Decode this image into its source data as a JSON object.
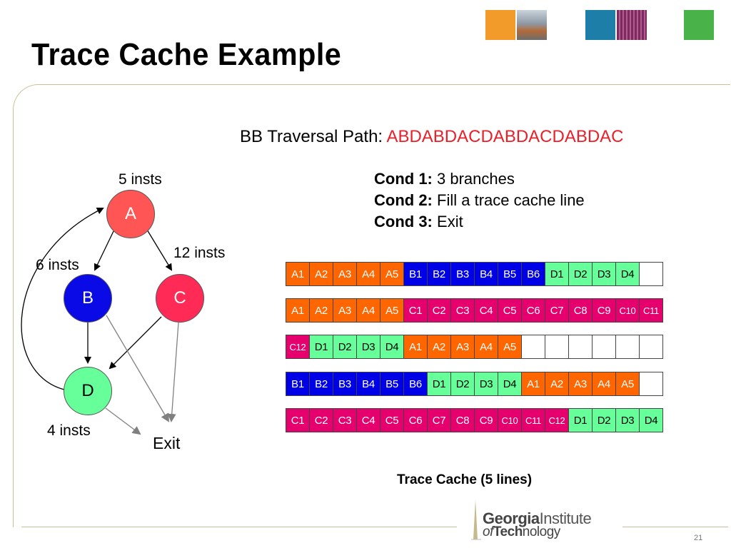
{
  "slide": {
    "title": "Trace Cache Example",
    "slide_number": "21"
  },
  "header_squares": [
    {
      "name": "orange-square",
      "color": "#f39b2a"
    },
    {
      "name": "photo-square-building",
      "color": "#9aa7b5"
    },
    {
      "name": "teal-square",
      "color": "#1d7fa8"
    },
    {
      "name": "photo-square-circuit",
      "color": "#8a3b6e"
    },
    {
      "name": "green-square",
      "color": "#49b248"
    }
  ],
  "traversal": {
    "label": "BB Traversal Path:",
    "path": "ABDABDACDABDACDABDAC"
  },
  "conditions": [
    {
      "key": "Cond 1:",
      "text": "3 branches"
    },
    {
      "key": "Cond 2:",
      "text": "Fill a trace cache line"
    },
    {
      "key": "Cond 3:",
      "text": "Exit"
    }
  ],
  "graph": {
    "nodes": {
      "a": "A",
      "b": "B",
      "c": "C",
      "d": "D"
    },
    "node_colors": {
      "a": "#ff5555",
      "b": "#0a0ae6",
      "c": "#ff2a55",
      "d": "#66ff99"
    },
    "labels": {
      "a_insts": "5 insts",
      "b_insts": "6 insts",
      "c_insts": "12 insts",
      "d_insts": "4 insts",
      "exit": "Exit"
    }
  },
  "cache": {
    "caption": "Trace Cache (5 lines)",
    "lines": [
      [
        [
          "A1",
          "A"
        ],
        [
          "A2",
          "A"
        ],
        [
          "A3",
          "A"
        ],
        [
          "A4",
          "A"
        ],
        [
          "A5",
          "A"
        ],
        [
          "B1",
          "B"
        ],
        [
          "B2",
          "B"
        ],
        [
          "B3",
          "B"
        ],
        [
          "B4",
          "B"
        ],
        [
          "B5",
          "B"
        ],
        [
          "B6",
          "B"
        ],
        [
          "D1",
          "D"
        ],
        [
          "D2",
          "D"
        ],
        [
          "D3",
          "D"
        ],
        [
          "D4",
          "D"
        ],
        [
          "",
          "empty"
        ]
      ],
      [
        [
          "A1",
          "A"
        ],
        [
          "A2",
          "A"
        ],
        [
          "A3",
          "A"
        ],
        [
          "A4",
          "A"
        ],
        [
          "A5",
          "A"
        ],
        [
          "C1",
          "C"
        ],
        [
          "C2",
          "C"
        ],
        [
          "C3",
          "C"
        ],
        [
          "C4",
          "C"
        ],
        [
          "C5",
          "C"
        ],
        [
          "C6",
          "C"
        ],
        [
          "C7",
          "C"
        ],
        [
          "C8",
          "C"
        ],
        [
          "C9",
          "C"
        ],
        [
          "C10",
          "C"
        ],
        [
          "C11",
          "C"
        ]
      ],
      [
        [
          "C12",
          "C"
        ],
        [
          "D1",
          "D"
        ],
        [
          "D2",
          "D"
        ],
        [
          "D3",
          "D"
        ],
        [
          "D4",
          "D"
        ],
        [
          "A1",
          "A"
        ],
        [
          "A2",
          "A"
        ],
        [
          "A3",
          "A"
        ],
        [
          "A4",
          "A"
        ],
        [
          "A5",
          "A"
        ],
        [
          "",
          "empty"
        ],
        [
          "",
          "empty"
        ],
        [
          "",
          "empty"
        ],
        [
          "",
          "empty"
        ],
        [
          "",
          "empty"
        ],
        [
          "",
          "empty"
        ]
      ],
      [
        [
          "B1",
          "B"
        ],
        [
          "B2",
          "B"
        ],
        [
          "B3",
          "B"
        ],
        [
          "B4",
          "B"
        ],
        [
          "B5",
          "B"
        ],
        [
          "B6",
          "B"
        ],
        [
          "D1",
          "D"
        ],
        [
          "D2",
          "D"
        ],
        [
          "D3",
          "D"
        ],
        [
          "D4",
          "D"
        ],
        [
          "A1",
          "A"
        ],
        [
          "A2",
          "A"
        ],
        [
          "A3",
          "A"
        ],
        [
          "A4",
          "A"
        ],
        [
          "A5",
          "A"
        ],
        [
          "",
          "empty"
        ]
      ],
      [
        [
          "C1",
          "C"
        ],
        [
          "C2",
          "C"
        ],
        [
          "C3",
          "C"
        ],
        [
          "C4",
          "C"
        ],
        [
          "C5",
          "C"
        ],
        [
          "C6",
          "C"
        ],
        [
          "C7",
          "C"
        ],
        [
          "C8",
          "C"
        ],
        [
          "C9",
          "C"
        ],
        [
          "C10",
          "C"
        ],
        [
          "C11",
          "C"
        ],
        [
          "C12",
          "C"
        ],
        [
          "D1",
          "D"
        ],
        [
          "D2",
          "D"
        ],
        [
          "D3",
          "D"
        ],
        [
          "D4",
          "D"
        ]
      ]
    ]
  },
  "logo": {
    "line1_bold": "Georgia",
    "line1_thin": "Institute",
    "line2_italic": "of",
    "line2_bold": "Tech",
    "line2_thin": "nology"
  }
}
